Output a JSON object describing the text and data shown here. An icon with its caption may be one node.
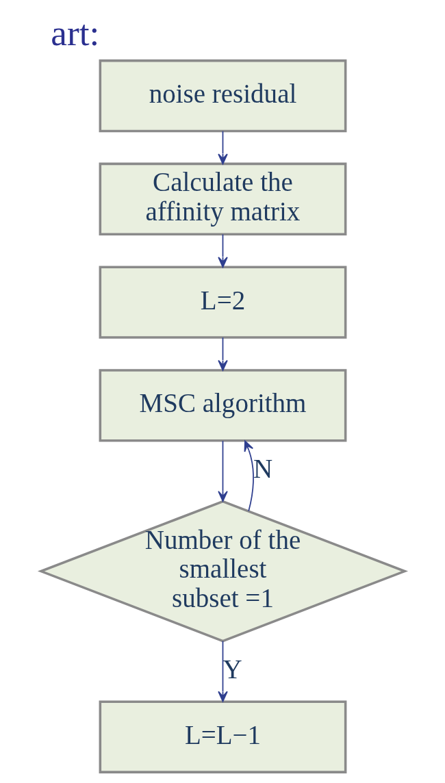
{
  "diagram": {
    "title": "art:",
    "nodes": [
      {
        "text": [
          "noise residual"
        ]
      },
      {
        "text": [
          "Calculate the affinity matrix"
        ]
      },
      {
        "text": [
          "L=2"
        ]
      },
      {
        "text": [
          "MSC algorithm"
        ]
      },
      {
        "text": [
          "Number of the smallest subset =1"
        ]
      },
      {
        "text": [
          "L=L−1"
        ]
      }
    ],
    "edges": [
      {
        "from": 0,
        "to": 1,
        "arrow": "to"
      },
      {
        "from": 1,
        "to": 2,
        "arrow": "to"
      },
      {
        "from": 2,
        "to": 3,
        "arrow": "to"
      },
      {
        "from": 3,
        "to": 4,
        "arrow": "to"
      },
      {
        "from": 4,
        "to": 3,
        "arrow": "to",
        "label": "N"
      },
      {
        "from": 4,
        "to": 5,
        "arrow": "to",
        "label": "Y"
      }
    ]
  }
}
